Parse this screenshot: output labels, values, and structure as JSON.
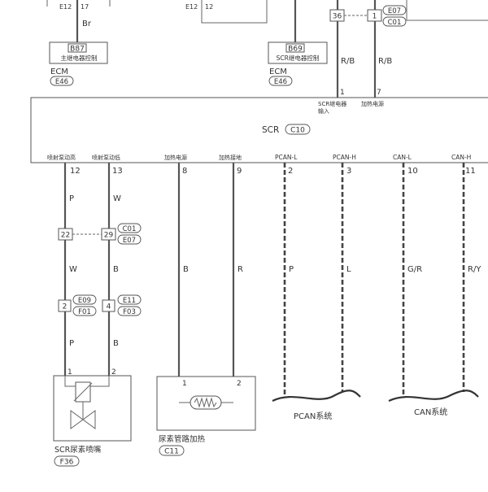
{
  "top": {
    "ecm1_pin_a": "E12",
    "ecm1_pin_b": "17",
    "ecm1_wire": "Br",
    "ecm2_pin_a": "E12",
    "ecm2_pin_b": "12",
    "conn_36": "36",
    "conn_1": "1",
    "conn_e07": "E07",
    "conn_c01": "C01",
    "wire_rb_1": "R/B",
    "wire_rb_2": "R/B"
  },
  "ecm_left": {
    "code": "B87",
    "label": "主继电器控制",
    "name": "ECM",
    "connector": "E46"
  },
  "ecm_right": {
    "code": "B69",
    "label": "SCR继电器控制",
    "name": "ECM",
    "connector": "E46"
  },
  "scr": {
    "name": "SCR",
    "connector": "C10",
    "top_pins": [
      {
        "num": "1",
        "label_1": "SCR继电器",
        "label_2": "输入"
      },
      {
        "num": "7",
        "label_1": "加热电源",
        "label_2": ""
      }
    ],
    "bottom_pins": [
      {
        "label": "喷射泵动高",
        "num": "12"
      },
      {
        "label": "喷射泵动低",
        "num": "13"
      },
      {
        "label": "加热电源",
        "num": "8"
      },
      {
        "label": "加热接地",
        "num": "9"
      },
      {
        "label": "PCAN-L",
        "num": "2"
      },
      {
        "label": "PCAN-H",
        "num": "3"
      },
      {
        "label": "CAN-L",
        "num": "10"
      },
      {
        "label": "CAN-H",
        "num": "11"
      }
    ]
  },
  "wires": {
    "w12_a": "P",
    "w13_a": "W",
    "w12_b": "W",
    "w13_b": "B",
    "w12_c": "P",
    "w13_c": "B",
    "w8": "B",
    "w9": "R",
    "w2": "P",
    "w3": "L",
    "w10": "G/R",
    "w11": "R/Y"
  },
  "connectors": {
    "c22": "22",
    "c29": "29",
    "c01": "C01",
    "e07": "E07",
    "c2": "2",
    "c4": "4",
    "e09": "E09",
    "f01": "F01",
    "e11": "E11",
    "f03": "F03"
  },
  "injector": {
    "pin1": "1",
    "pin2": "2",
    "name": "SCR尿素喷嘴",
    "connector": "F36"
  },
  "heater": {
    "pin1": "1",
    "pin2": "2",
    "name": "尿素管路加热",
    "connector": "C11"
  },
  "buses": {
    "pcan": "PCAN系统",
    "can": "CAN系统"
  }
}
